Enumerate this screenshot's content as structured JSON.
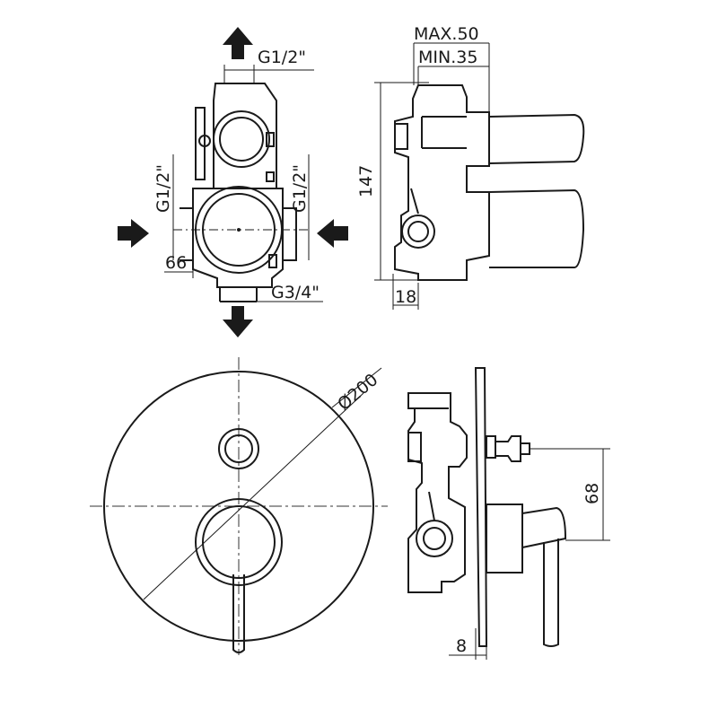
{
  "labels": {
    "top_port": "G1/2\"",
    "left_port": "G1/2\"",
    "right_port": "G1/2\"",
    "bottom_port": "G3/4\"",
    "width_66": "66",
    "max_depth": "MAX.50",
    "min_depth": "MIN.35",
    "height_147": "147",
    "depth_18": "18",
    "diameter": "Ø200",
    "spacing_68": "68",
    "plate_8": "8"
  },
  "colors": {
    "line": "#1a1a1a",
    "background": "#ffffff"
  },
  "icons": [
    "arrow-up-icon",
    "arrow-down-icon",
    "arrow-right-icon",
    "arrow-left-icon"
  ]
}
